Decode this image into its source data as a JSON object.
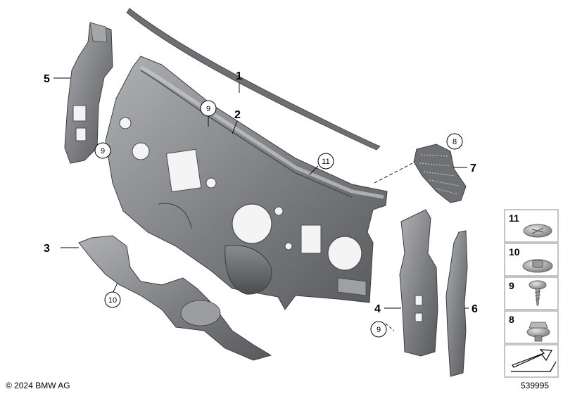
{
  "callouts": {
    "c1": "1",
    "c2": "2",
    "c3": "3",
    "c4": "4",
    "c5": "5",
    "c6": "6",
    "c7": "7",
    "c8": "8",
    "c9a": "9",
    "c9b": "9",
    "c9c": "9",
    "c10": "10",
    "c11": "11"
  },
  "legend": {
    "items": [
      {
        "number": "11",
        "icon": "clip-icon"
      },
      {
        "number": "10",
        "icon": "expanding-nut-icon"
      },
      {
        "number": "9",
        "icon": "screw-icon"
      },
      {
        "number": "8",
        "icon": "collar-nut-icon"
      }
    ],
    "arrow_icon": "assembly-arrow-icon"
  },
  "footer": {
    "copyright": "© 2024 BMW AG",
    "diagram_number": "539995"
  },
  "colors": {
    "part_fill": "#7a7b7e",
    "part_dark": "#55575a",
    "part_light": "#a7a8ab",
    "legend_border": "#888888"
  }
}
